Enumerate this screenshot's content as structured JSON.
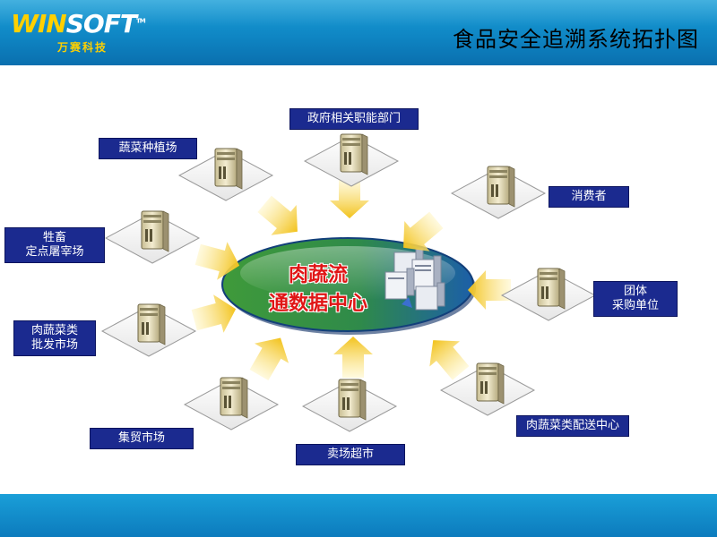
{
  "header": {
    "logo_text_win": "WIN",
    "logo_text_soft": "SOFT",
    "logo_tm": "TM",
    "logo_sub": "万赛科技",
    "title": "食品安全追溯系统拓扑图"
  },
  "center": {
    "line1": "肉蔬流",
    "line2": "通数据中心"
  },
  "nodes": [
    {
      "label_lines": [
        "政府相关职能部门"
      ]
    },
    {
      "label_lines": [
        "蔬菜种植场"
      ]
    },
    {
      "label_lines": [
        "消费者"
      ]
    },
    {
      "label_lines": [
        "牲畜",
        "定点屠宰场"
      ]
    },
    {
      "label_lines": [
        "团体",
        "采购单位"
      ]
    },
    {
      "label_lines": [
        "肉蔬菜类",
        "批发市场"
      ]
    },
    {
      "label_lines": [
        "肉蔬菜类配送中心"
      ]
    },
    {
      "label_lines": [
        "集贸市场"
      ]
    },
    {
      "label_lines": [
        "卖场超市"
      ]
    }
  ],
  "colors": {
    "header": "#0f86c4",
    "label_bg": "#1b2a8f",
    "arrow": "#f2c21a",
    "ellipse_green": "#3f9a3a",
    "ellipse_blue": "#1c5fa8",
    "center_text": "#e01515"
  },
  "icons": [
    "server-icon",
    "server-cluster-icon",
    "arrow-icon"
  ]
}
